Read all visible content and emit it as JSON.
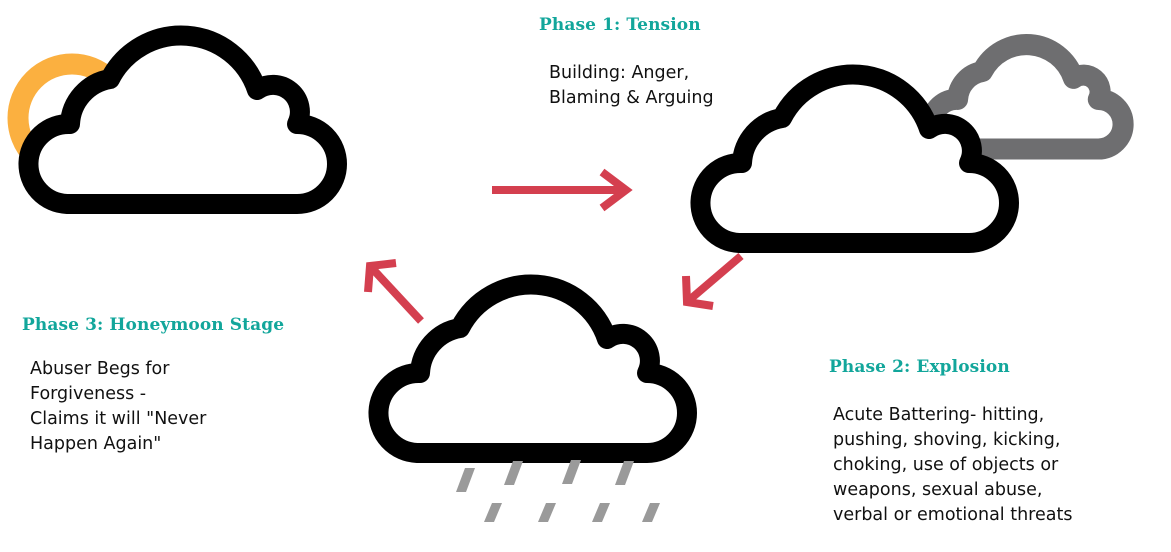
{
  "phases": [
    {
      "title": "Phase 1: Tension",
      "description_lines": [
        "Building: Anger,",
        "Blaming & Arguing"
      ]
    },
    {
      "title": "Phase 2: Explosion",
      "description_lines": [
        "Acute Battering- hitting,",
        "pushing, shoving, kicking,",
        "choking, use of objects or",
        "weapons, sexual abuse,",
        "verbal or emotional threats"
      ]
    },
    {
      "title": "Phase 3: Honeymoon Stage",
      "description_lines": [
        "Abuser Begs for",
        "Forgiveness -",
        "Claims it will \"Never",
        "Happen Again\""
      ]
    }
  ],
  "icons": {
    "sun": "sun-icon",
    "cloud_left": "cloud-icon",
    "cloud_right": "cloud-icon",
    "cloud_storm": "rain-cloud-icon",
    "background_cloud": "gray-cloud-icon",
    "rain": "rain-icon",
    "arrows": "arrow-icon"
  },
  "colors": {
    "title": "#12a69b",
    "text": "#111111",
    "cloud_outline": "#000000",
    "gray_cloud": "#6e6e70",
    "sun": "#fbb040",
    "arrow": "#d43f4f",
    "rain": "#9a9a9a"
  }
}
